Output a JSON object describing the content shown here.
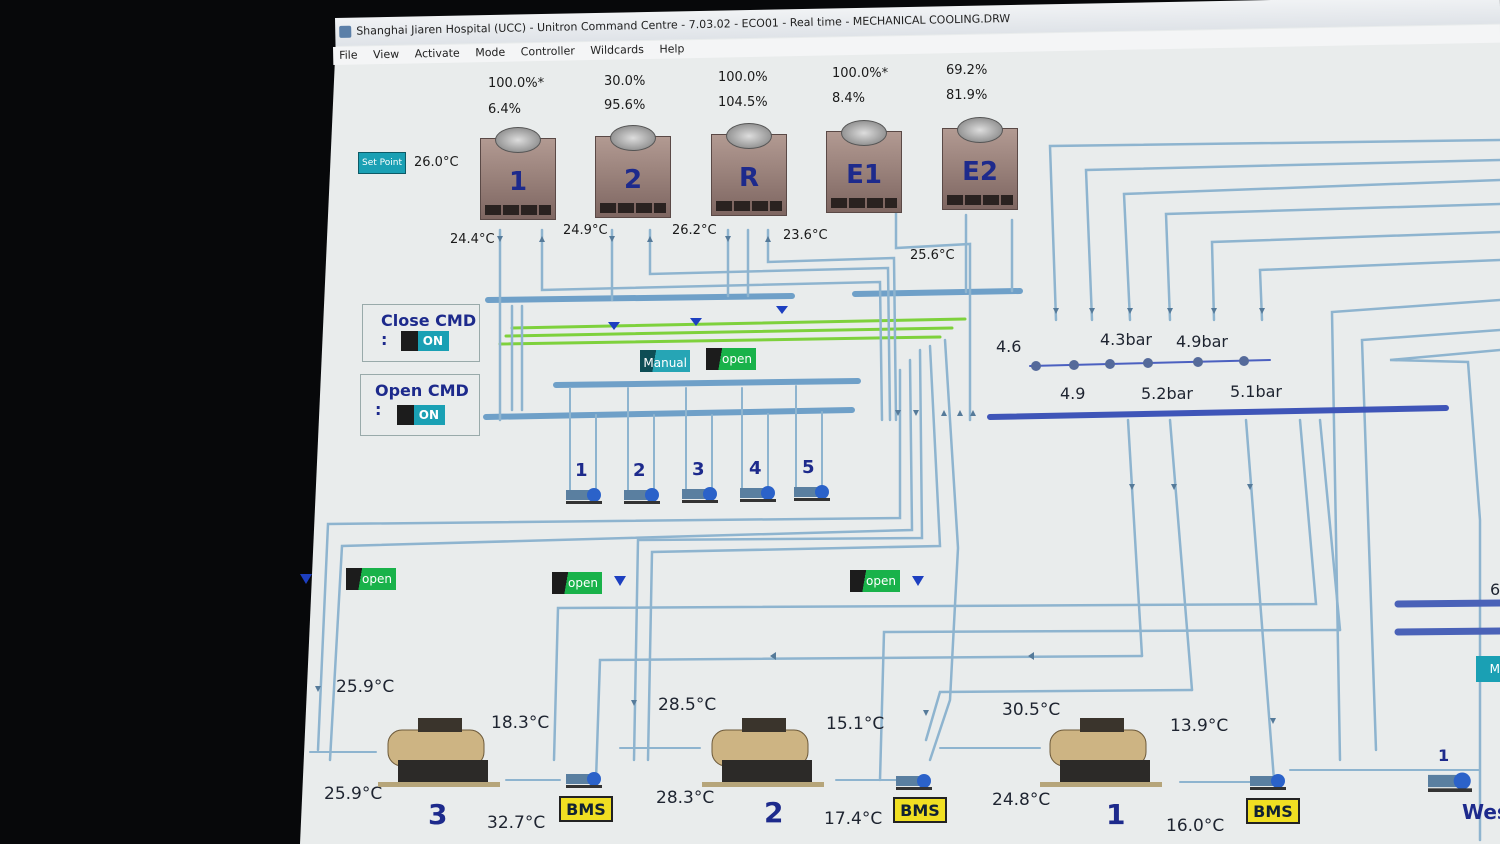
{
  "window": {
    "title": "Shanghai Jiaren Hospital (UCC) - Unitron Command Centre - 7.03.02 - ECO01 - Real time - MECHANICAL COOLING.DRW"
  },
  "menu": [
    "File",
    "View",
    "Activate",
    "Mode",
    "Controller",
    "Wildcards",
    "Help"
  ],
  "setpoint": {
    "label": "Set Point",
    "value": "26.0°C"
  },
  "towers": [
    {
      "label": "1",
      "top": "100.0%*",
      "bottom": "6.4%",
      "temp": "24.4°C"
    },
    {
      "label": "2",
      "top": "30.0%",
      "bottom": "95.6%",
      "temp": "24.9°C"
    },
    {
      "label": "R",
      "top": "100.0%",
      "bottom": "104.5%",
      "temp": "26.2°C"
    },
    {
      "label": "E1",
      "top": "100.0%*",
      "bottom": "8.4%",
      "temp": "23.6°C"
    },
    {
      "label": "E2",
      "top": "69.2%",
      "bottom": "81.9%",
      "temp": "25.6°C"
    }
  ],
  "commands": {
    "close": {
      "label": "Close CMD :",
      "state": "ON"
    },
    "open": {
      "label": "Open CMD :",
      "state": "ON"
    },
    "manual": "Manual",
    "open_top": "open",
    "open_left": "open",
    "open_mid": "open",
    "open_right": "open"
  },
  "pumps_top": [
    "1",
    "2",
    "3",
    "4",
    "5"
  ],
  "pressures": {
    "p1": "4.6",
    "p2": "4.3bar",
    "p3": "4.9bar",
    "p4": "4.9",
    "p5": "5.2bar",
    "p6": "5.1bar"
  },
  "chillers": [
    {
      "label": "3",
      "t_in_left": "25.9°C",
      "t_left_low": "25.9°C",
      "t_right_high": "18.3°C",
      "t_right_low": "32.7°C"
    },
    {
      "label": "2",
      "t_in_left": "28.5°C",
      "t_left_low": "28.3°C",
      "t_right_high": "15.1°C",
      "t_right_low": "17.4°C"
    },
    {
      "label": "1",
      "t_in_left": "30.5°C",
      "t_left_low": "24.8°C",
      "t_right_high": "13.9°C",
      "t_right_low": "16.0°C"
    }
  ],
  "bms": "BMS",
  "right_edge": {
    "pump": "1",
    "text": "Wes",
    "num": "6",
    "badge": "M"
  }
}
